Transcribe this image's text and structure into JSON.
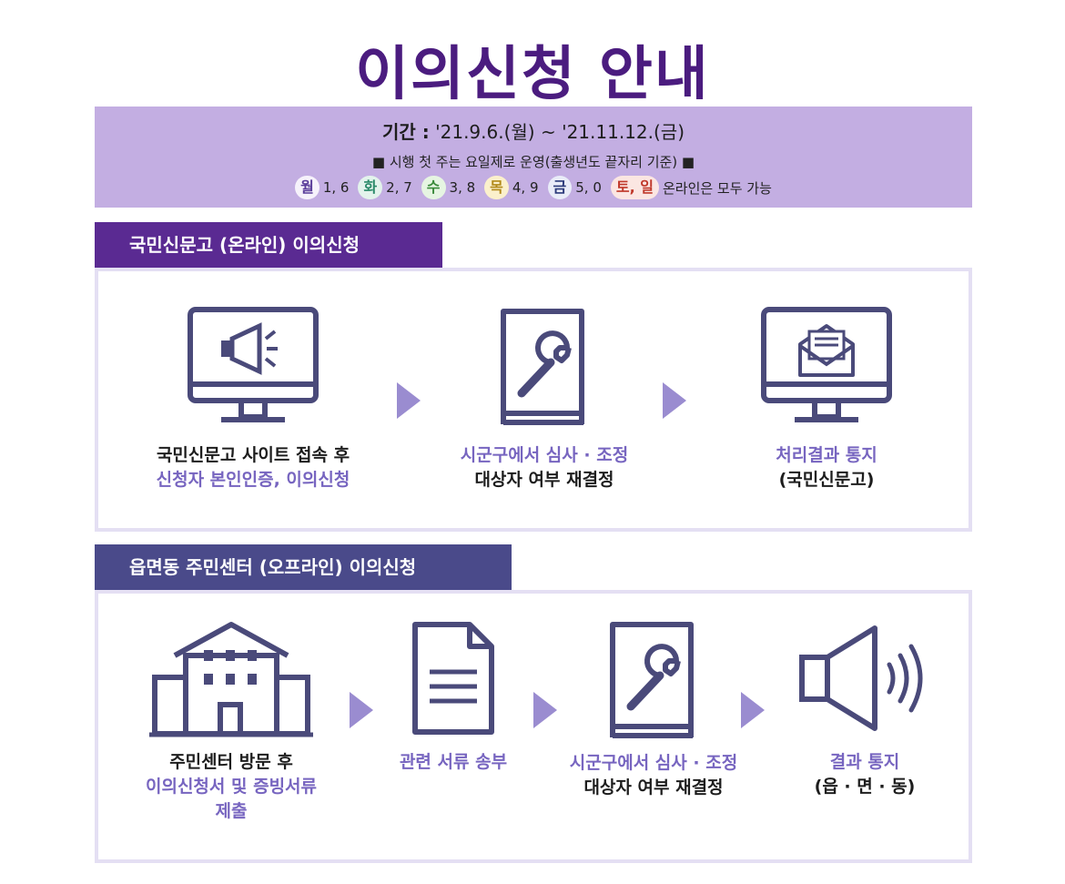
{
  "title": "이의신청 안내",
  "period": {
    "label": "기간 :",
    "value": " '21.9.6.(월) ~ '21.11.12.(금)"
  },
  "rule": "■ 시행 첫 주는 요일제로 운영(출생년도 끝자리 기준) ■",
  "days": [
    {
      "day": "월",
      "nums": "1, 6",
      "color": "#5a3d9a"
    },
    {
      "day": "화",
      "nums": "2, 7",
      "color": "#2b8a6a"
    },
    {
      "day": "수",
      "nums": "3, 8",
      "color": "#3a8a3a"
    },
    {
      "day": "목",
      "nums": "4, 9",
      "color": "#b28a1a"
    },
    {
      "day": "금",
      "nums": "5, 0",
      "color": "#2b3a7a"
    }
  ],
  "weekend": {
    "label": "토, 일",
    "text": "온라인은 모두 가능",
    "color": "#c0392b"
  },
  "online": {
    "header": "국민신문고 (온라인) 이의신청",
    "steps": [
      {
        "line1": "국민신문고 사이트 접속 후",
        "line2": "신청자 본인인증, 이의신청"
      },
      {
        "line1": "시군구에서 심사 · 조정",
        "line2": "대상자 여부 재결정"
      },
      {
        "line1": "처리결과 통지",
        "line2": "(국민신문고)"
      }
    ]
  },
  "offline": {
    "header": "읍면동 주민센터 (오프라인) 이의신청",
    "steps": [
      {
        "line1": "주민센터 방문 후",
        "line2": "이의신청서 및 증빙서류",
        "line3": "제출"
      },
      {
        "line1": "관련 서류 송부"
      },
      {
        "line1": "시군구에서 심사 · 조정",
        "line2": "대상자 여부 재결정"
      },
      {
        "line1": "결과 통지",
        "line2": "(읍 · 면 · 동)"
      }
    ]
  },
  "colors": {
    "title": "#4b1c7f",
    "band": "#c3aee2",
    "icon": "#4a4a7a",
    "accent": "#7765c0"
  }
}
